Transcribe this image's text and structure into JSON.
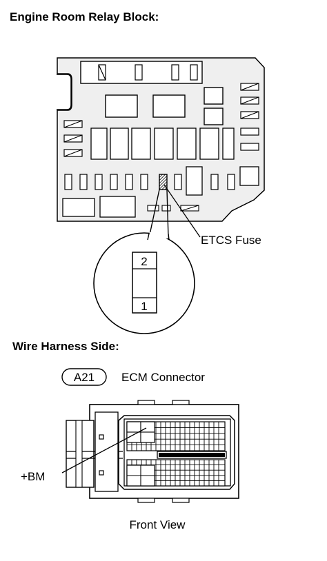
{
  "relay_block": {
    "title": "Engine Room Relay Block:",
    "fuse_label": "ETCS Fuse",
    "terminal_top": "2",
    "terminal_bottom": "1"
  },
  "harness": {
    "title": "Wire Harness Side:",
    "connector_code": "A21",
    "connector_name": "ECM Connector",
    "pin_label": "+BM",
    "view_label": "Front View"
  },
  "colors": {
    "line": "#000000",
    "board_fill": "#efefef",
    "background": "#ffffff"
  }
}
